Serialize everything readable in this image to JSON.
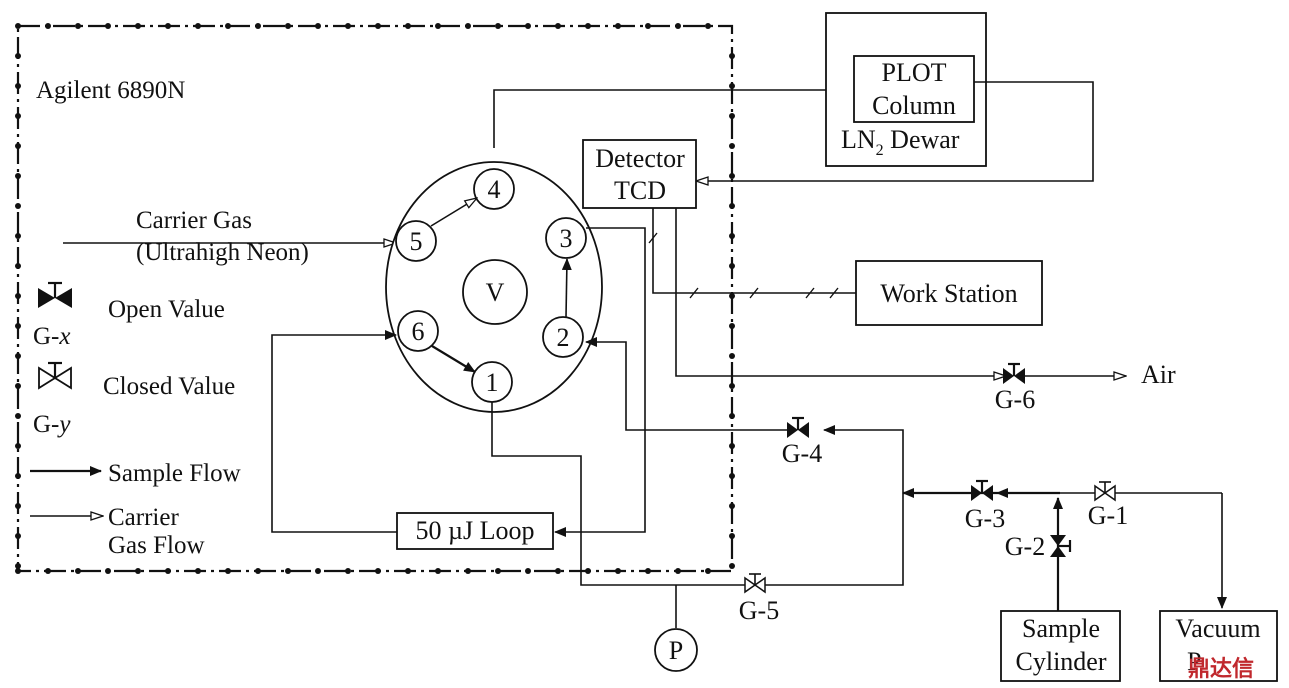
{
  "instrument_label": "Agilent 6890N",
  "ports": [
    "1",
    "2",
    "3",
    "4",
    "5",
    "6"
  ],
  "valve_center": "V",
  "carrier_gas": {
    "line1": "Carrier Gas",
    "line2": "(Ultrahigh Neon)"
  },
  "legend": {
    "open_valve": "Open Value",
    "open_tag": "G-",
    "open_var": "x",
    "closed_valve": "Closed Value",
    "closed_tag": "G-",
    "closed_var": "y",
    "sample_flow": "Sample Flow",
    "carrier_flow_1": "Carrier",
    "carrier_flow_2": "Gas Flow"
  },
  "boxes": {
    "plot_1": "PLOT",
    "plot_2": "Column",
    "dewar": "LN",
    "dewar_sub": "2",
    "dewar_rest": " Dewar",
    "detector_1": "Detector",
    "detector_2": "TCD",
    "work_station": "Work Station",
    "loop": "50 µJ Loop",
    "sample_cyl_1": "Sample",
    "sample_cyl_2": "Cylinder",
    "vacuum_1": "Vacuum",
    "vacuum_2": "P"
  },
  "air": "Air",
  "pressure": "P",
  "valves": {
    "g1": "G-1",
    "g2": "G-2",
    "g3": "G-3",
    "g4": "G-4",
    "g5": "G-5",
    "g6": "G-6"
  },
  "watermark": "鼎达信"
}
